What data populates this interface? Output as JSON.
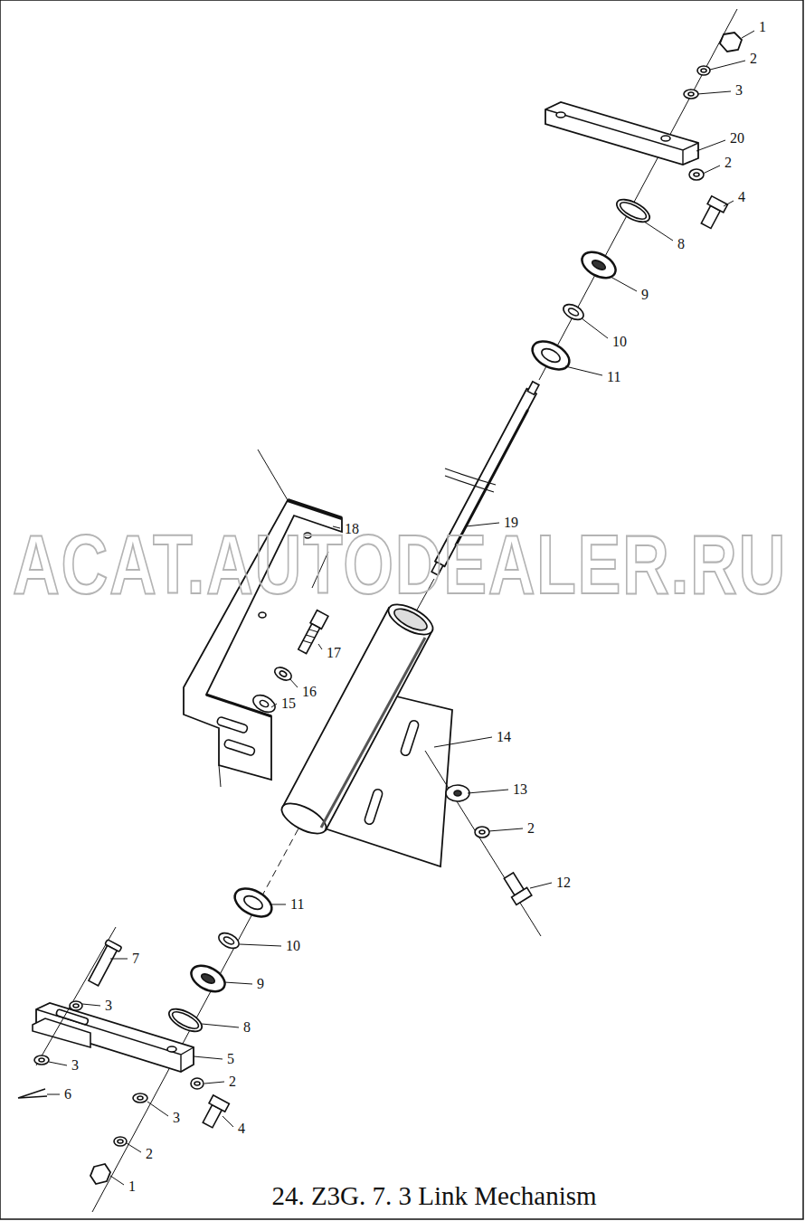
{
  "diagram": {
    "caption": "24. Z3G. 7. 3 Link Mechanism",
    "labels": [
      "1",
      "2",
      "3",
      "20",
      "2",
      "4",
      "8",
      "9",
      "10",
      "11",
      "18",
      "19",
      "17",
      "16",
      "15",
      "14",
      "13",
      "2",
      "12",
      "11",
      "10",
      "9",
      "7",
      "8",
      "3",
      "5",
      "3",
      "2",
      "6",
      "3",
      "4",
      "2",
      "1",
      "ACAT.AUTODEALER.RU"
    ]
  }
}
